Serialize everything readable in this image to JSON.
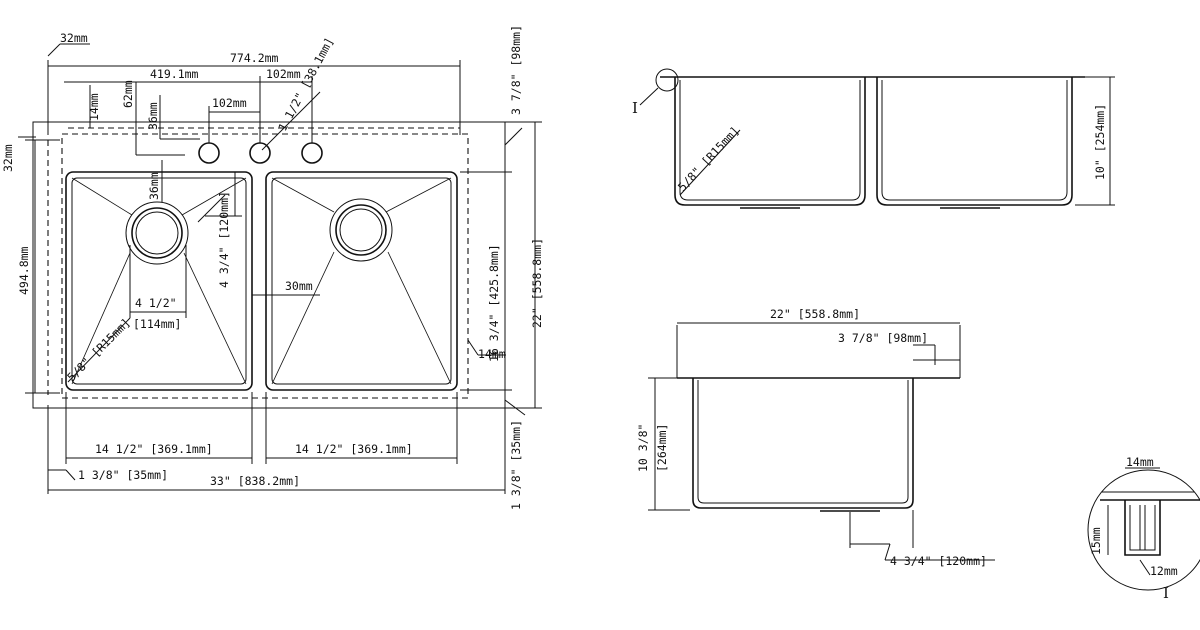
{
  "labels": {
    "w_774": "774.2mm",
    "w_419": "419.1mm",
    "w_102_top": "102mm",
    "w_102_mid": "102mm",
    "w_32_top": "32mm",
    "w_32_left": "32mm",
    "w_14_top": "14mm",
    "w_62": "62mm",
    "w_36_a": "36mm",
    "w_36_b": "36mm",
    "hole_dia": "1 1/2\" [38.1mm]",
    "drain_off": "4 3/4\" [120mm]",
    "drain_w": "4 1/2\"",
    "drain_w_mm": "[114mm]",
    "radius": "5/8\" [R15mm]",
    "divider": "30mm",
    "h_494": "494.8mm",
    "h_425": "16 3/4\" [425.8mm]",
    "h_558": "22\" [558.8mm]",
    "h_98": "3 7/8\" [98mm]",
    "h_35": "1 3/8\" [35mm]",
    "w_14_right": "14mm",
    "bowl_left": "14 1/2\" [369.1mm]",
    "bowl_right": "14 1/2\" [369.1mm]",
    "flange_left": "1 3/8\" [35mm]",
    "total_w": "33\" [838.2mm]",
    "fv_depth": "10\" [254mm]",
    "fv_radius": "5/8\" [R15mm]",
    "fv_marker": "I",
    "sv_width": "22\" [558.8mm]",
    "sv_98": "3 7/8\" [98mm]",
    "sv_depth_a": "10 3/8\"",
    "sv_depth_b": "[264mm]",
    "sv_drain": "4 3/4\" [120mm]",
    "det_14": "14mm",
    "det_15": "15mm",
    "det_12": "12mm",
    "det_marker": "I"
  }
}
